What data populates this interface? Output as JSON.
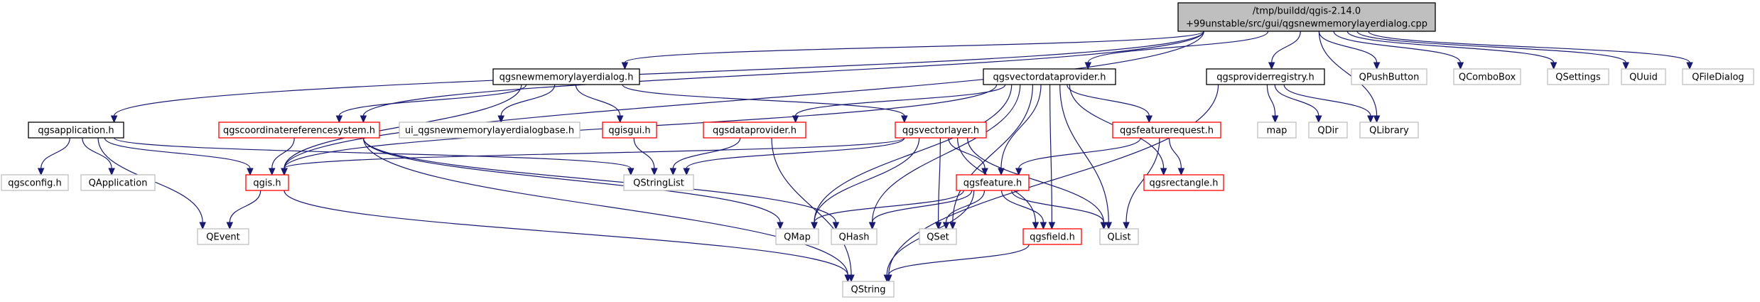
{
  "colors": {
    "edge": "#191970",
    "root_fill": "#bfbfbf",
    "root_border": "#000000",
    "doc_border": "#000000",
    "incomplete_border": "#ff0000",
    "external_border": "#bfbfbf",
    "text": "#000000"
  },
  "nodes": [
    {
      "id": "root",
      "lines": [
        "/tmp/buildd/qgis-2.14.0",
        "+99unstable/src/gui/qgsnewmemorylayerdialog.cpp"
      ],
      "style": "root"
    },
    {
      "id": "qgsapplication",
      "lines": [
        "qgsapplication.h"
      ],
      "style": "doc"
    },
    {
      "id": "qgsnewmemorylayerdialog",
      "lines": [
        "qgsnewmemorylayerdialog.h"
      ],
      "style": "doc"
    },
    {
      "id": "qgsvectordataprovider",
      "lines": [
        "qgsvectordataprovider.h"
      ],
      "style": "doc"
    },
    {
      "id": "qgsproviderregistry",
      "lines": [
        "qgsproviderregistry.h"
      ],
      "style": "doc"
    },
    {
      "id": "QPushButton",
      "lines": [
        "QPushButton"
      ],
      "style": "external"
    },
    {
      "id": "QComboBox",
      "lines": [
        "QComboBox"
      ],
      "style": "external"
    },
    {
      "id": "QSettings",
      "lines": [
        "QSettings"
      ],
      "style": "external"
    },
    {
      "id": "QUuid",
      "lines": [
        "QUuid"
      ],
      "style": "external"
    },
    {
      "id": "QFileDialog",
      "lines": [
        "QFileDialog"
      ],
      "style": "external"
    },
    {
      "id": "qgscoordinatereferencesystem",
      "lines": [
        "qgscoordinatereferencesystem.h"
      ],
      "style": "incomplete"
    },
    {
      "id": "ui_dialogbase",
      "lines": [
        "ui_qgsnewmemorylayerdialogbase.h"
      ],
      "style": "external"
    },
    {
      "id": "qgisgui",
      "lines": [
        "qgisgui.h"
      ],
      "style": "incomplete"
    },
    {
      "id": "qgsdataprovider",
      "lines": [
        "qgsdataprovider.h"
      ],
      "style": "incomplete"
    },
    {
      "id": "qgsvectorlayer",
      "lines": [
        "qgsvectorlayer.h"
      ],
      "style": "incomplete"
    },
    {
      "id": "qgsfeaturerequest",
      "lines": [
        "qgsfeaturerequest.h"
      ],
      "style": "incomplete"
    },
    {
      "id": "map",
      "lines": [
        "map"
      ],
      "style": "external"
    },
    {
      "id": "QDir",
      "lines": [
        "QDir"
      ],
      "style": "external"
    },
    {
      "id": "QLibrary",
      "lines": [
        "QLibrary"
      ],
      "style": "external"
    },
    {
      "id": "qgsconfig",
      "lines": [
        "qgsconfig.h"
      ],
      "style": "external"
    },
    {
      "id": "QApplication",
      "lines": [
        "QApplication"
      ],
      "style": "external"
    },
    {
      "id": "qgis",
      "lines": [
        "qgis.h"
      ],
      "style": "incomplete"
    },
    {
      "id": "QStringList",
      "lines": [
        "QStringList"
      ],
      "style": "external"
    },
    {
      "id": "qgsfeature",
      "lines": [
        "qgsfeature.h"
      ],
      "style": "incomplete"
    },
    {
      "id": "qgsrectangle",
      "lines": [
        "qgsrectangle.h"
      ],
      "style": "incomplete"
    },
    {
      "id": "QEvent",
      "lines": [
        "QEvent"
      ],
      "style": "external"
    },
    {
      "id": "QMap",
      "lines": [
        "QMap"
      ],
      "style": "external"
    },
    {
      "id": "QHash",
      "lines": [
        "QHash"
      ],
      "style": "external"
    },
    {
      "id": "QSet",
      "lines": [
        "QSet"
      ],
      "style": "external"
    },
    {
      "id": "qgsfield",
      "lines": [
        "qgsfield.h"
      ],
      "style": "incomplete"
    },
    {
      "id": "QList",
      "lines": [
        "QList"
      ],
      "style": "external"
    },
    {
      "id": "QString",
      "lines": [
        "QString"
      ],
      "style": "external"
    }
  ],
  "edges": [
    [
      "root",
      "qgsapplication"
    ],
    [
      "root",
      "qgsnewmemorylayerdialog"
    ],
    [
      "root",
      "qgsvectordataprovider"
    ],
    [
      "root",
      "qgsproviderregistry"
    ],
    [
      "root",
      "QPushButton"
    ],
    [
      "root",
      "QComboBox"
    ],
    [
      "root",
      "QSettings"
    ],
    [
      "root",
      "QUuid"
    ],
    [
      "root",
      "QFileDialog"
    ],
    [
      "root",
      "QLibrary"
    ],
    [
      "root",
      "qgscoordinatereferencesystem"
    ],
    [
      "root",
      "qgis"
    ],
    [
      "qgsnewmemorylayerdialog",
      "qgscoordinatereferencesystem"
    ],
    [
      "qgsnewmemorylayerdialog",
      "ui_dialogbase"
    ],
    [
      "qgsnewmemorylayerdialog",
      "qgisgui"
    ],
    [
      "qgsnewmemorylayerdialog",
      "qgsvectorlayer"
    ],
    [
      "qgsnewmemorylayerdialog",
      "qgis"
    ],
    [
      "qgsvectordataprovider",
      "qgsdataprovider"
    ],
    [
      "qgsvectordataprovider",
      "qgsfeaturerequest"
    ],
    [
      "qgsvectordataprovider",
      "qgsfeature"
    ],
    [
      "qgsvectordataprovider",
      "qgsfield"
    ],
    [
      "qgsvectordataprovider",
      "QMap"
    ],
    [
      "qgsvectordataprovider",
      "QHash"
    ],
    [
      "qgsvectordataprovider",
      "QSet"
    ],
    [
      "qgsvectordataprovider",
      "QList"
    ],
    [
      "qgsvectordataprovider",
      "qgsrectangle"
    ],
    [
      "qgsvectordataprovider",
      "qgis"
    ],
    [
      "qgsproviderregistry",
      "map"
    ],
    [
      "qgsproviderregistry",
      "QDir"
    ],
    [
      "qgsproviderregistry",
      "QLibrary"
    ],
    [
      "qgsproviderregistry",
      "QString"
    ],
    [
      "qgsapplication",
      "qgsconfig"
    ],
    [
      "qgsapplication",
      "QApplication"
    ],
    [
      "qgsapplication",
      "QEvent"
    ],
    [
      "qgsapplication",
      "qgis"
    ],
    [
      "qgsapplication",
      "QStringList"
    ],
    [
      "qgscoordinatereferencesystem",
      "qgis"
    ],
    [
      "qgscoordinatereferencesystem",
      "QMap"
    ],
    [
      "qgscoordinatereferencesystem",
      "QHash"
    ],
    [
      "qgscoordinatereferencesystem",
      "QString"
    ],
    [
      "qgisgui",
      "QStringList"
    ],
    [
      "qgsdataprovider",
      "QStringList"
    ],
    [
      "qgsdataprovider",
      "QString"
    ],
    [
      "qgsvectorlayer",
      "qgis"
    ],
    [
      "qgsvectorlayer",
      "QStringList"
    ],
    [
      "qgsvectorlayer",
      "qgsfeature"
    ],
    [
      "qgsvectorlayer",
      "qgsfield"
    ],
    [
      "qgsvectorlayer",
      "QMap"
    ],
    [
      "qgsvectorlayer",
      "QSet"
    ],
    [
      "qgsvectorlayer",
      "QList"
    ],
    [
      "qgsfeaturerequest",
      "qgsfeature"
    ],
    [
      "qgsfeaturerequest",
      "qgsrectangle"
    ],
    [
      "qgsfeaturerequest",
      "QList"
    ],
    [
      "qgis",
      "QEvent"
    ],
    [
      "qgis",
      "QString"
    ],
    [
      "qgsfeature",
      "QMap"
    ],
    [
      "qgsfeature",
      "QHash"
    ],
    [
      "qgsfeature",
      "QSet"
    ],
    [
      "qgsfeature",
      "qgsfield"
    ],
    [
      "qgsfeature",
      "QList"
    ],
    [
      "qgsfeature",
      "QString"
    ],
    [
      "qgsfield",
      "QString"
    ]
  ]
}
